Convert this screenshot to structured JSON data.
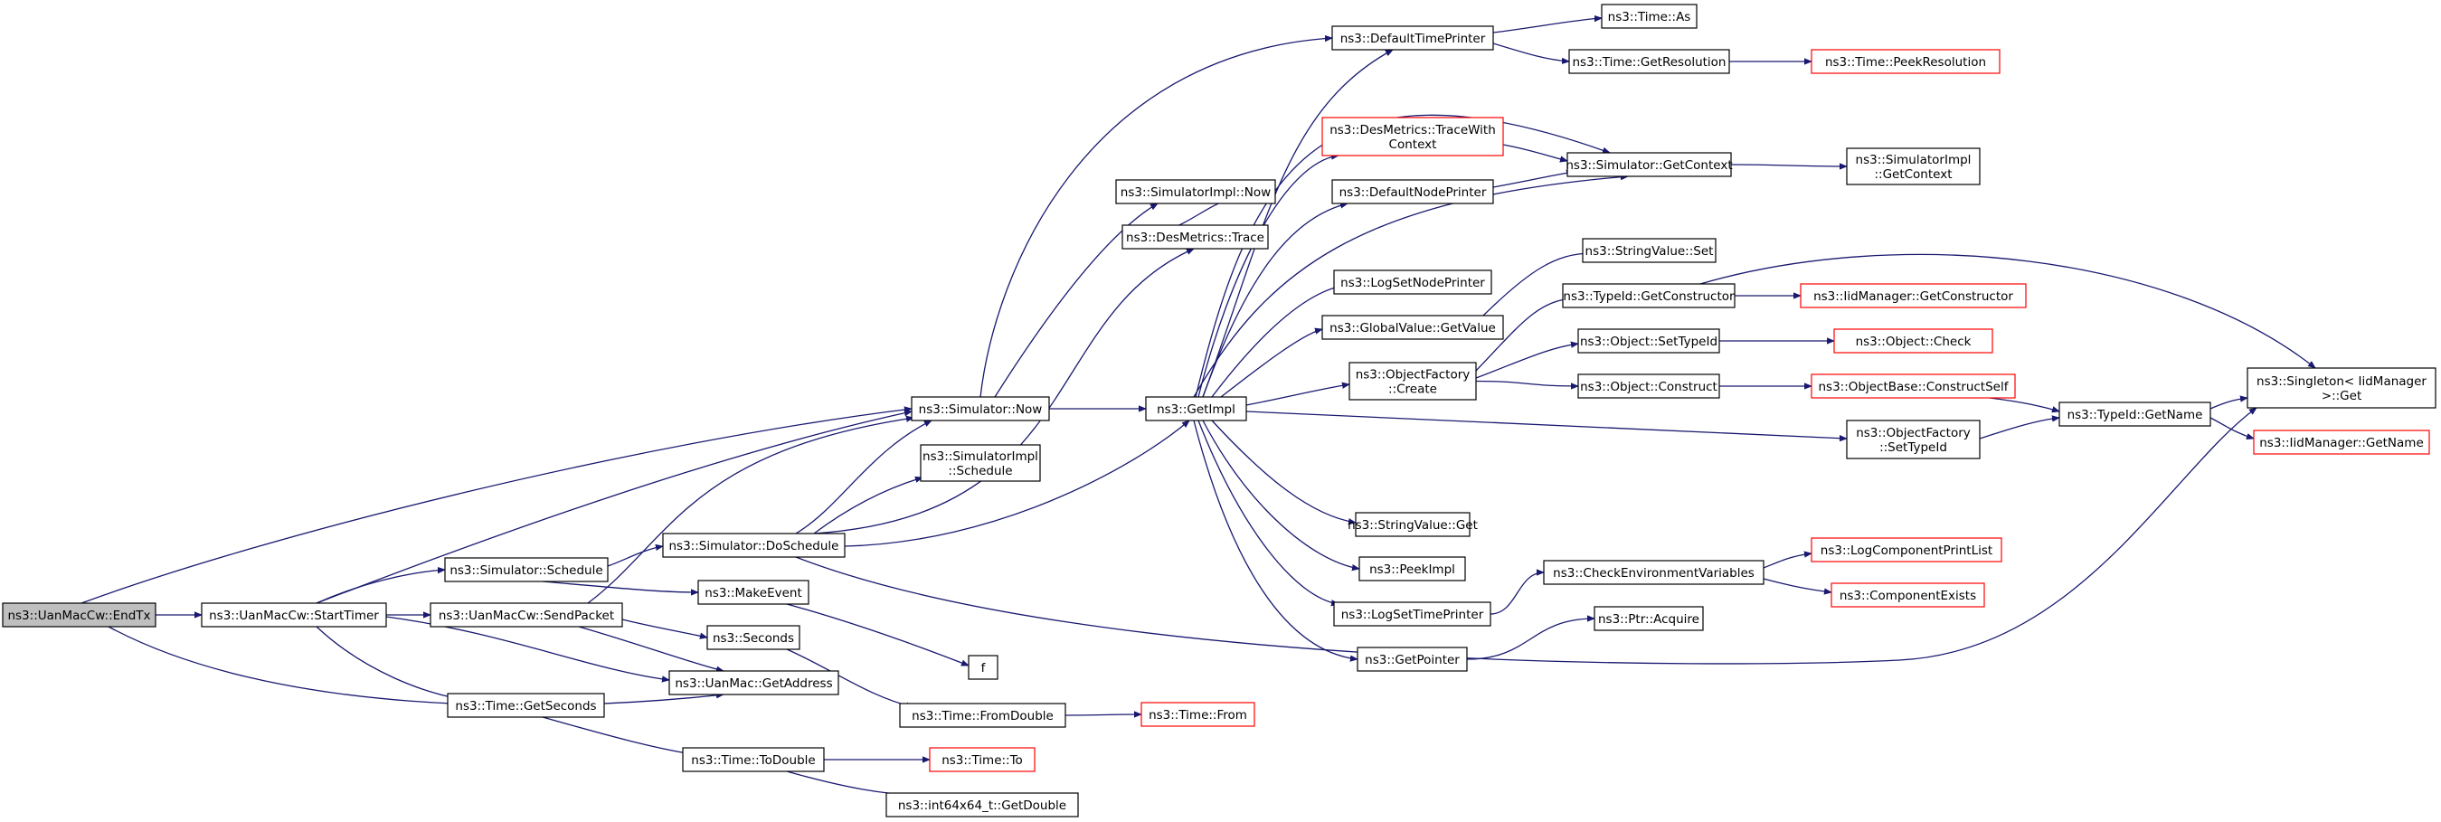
{
  "colors": {
    "edge": "#191970",
    "node_border": "#000000",
    "incomplete_border": "#ff0000",
    "root_fill": "#bfbfbf"
  },
  "nodes": [
    {
      "id": "endtx",
      "lines": [
        "ns3::UanMacCw::EndTx"
      ],
      "style": "root"
    },
    {
      "id": "starttimer",
      "lines": [
        "ns3::UanMacCw::StartTimer"
      ],
      "style": "normal"
    },
    {
      "id": "sim_now",
      "lines": [
        "ns3::Simulator::Now"
      ],
      "style": "normal"
    },
    {
      "id": "uanmac_getaddr",
      "lines": [
        "ns3::UanMac::GetAddress"
      ],
      "style": "normal"
    },
    {
      "id": "sim_schedule",
      "lines": [
        "ns3::Simulator::Schedule"
      ],
      "style": "normal"
    },
    {
      "id": "sendpacket",
      "lines": [
        "ns3::UanMacCw::SendPacket"
      ],
      "style": "normal"
    },
    {
      "id": "time_getseconds",
      "lines": [
        "ns3::Time::GetSeconds"
      ],
      "style": "normal"
    },
    {
      "id": "sim_doschedule",
      "lines": [
        "ns3::Simulator::DoSchedule"
      ],
      "style": "normal"
    },
    {
      "id": "makeevent",
      "lines": [
        "ns3::MakeEvent"
      ],
      "style": "normal"
    },
    {
      "id": "seconds",
      "lines": [
        "ns3::Seconds"
      ],
      "style": "normal"
    },
    {
      "id": "time_todouble",
      "lines": [
        "ns3::Time::ToDouble"
      ],
      "style": "normal"
    },
    {
      "id": "simimpl_now",
      "lines": [
        "ns3::SimulatorImpl::Now"
      ],
      "style": "normal"
    },
    {
      "id": "desmetrics_trace",
      "lines": [
        "ns3::DesMetrics::Trace"
      ],
      "style": "normal"
    },
    {
      "id": "simimpl_schedule",
      "lines": [
        "ns3::SimulatorImpl",
        "::Schedule"
      ],
      "style": "normal"
    },
    {
      "id": "getimpl",
      "lines": [
        "ns3::GetImpl"
      ],
      "style": "normal"
    },
    {
      "id": "f",
      "lines": [
        "f"
      ],
      "style": "normal"
    },
    {
      "id": "time_fromdouble",
      "lines": [
        "ns3::Time::FromDouble"
      ],
      "style": "normal"
    },
    {
      "id": "time_to",
      "lines": [
        "ns3::Time::To"
      ],
      "style": "red"
    },
    {
      "id": "int64_getdouble",
      "lines": [
        "ns3::int64x64_t::GetDouble"
      ],
      "style": "normal"
    },
    {
      "id": "defaulttimeprinter",
      "lines": [
        "ns3::DefaultTimePrinter"
      ],
      "style": "normal"
    },
    {
      "id": "desmetrics_tracewithcontext",
      "lines": [
        "ns3::DesMetrics::TraceWith",
        "Context"
      ],
      "style": "red"
    },
    {
      "id": "defaultnodeprinter",
      "lines": [
        "ns3::DefaultNodePrinter"
      ],
      "style": "normal"
    },
    {
      "id": "logsetnodeprinter",
      "lines": [
        "ns3::LogSetNodePrinter"
      ],
      "style": "normal"
    },
    {
      "id": "globalvalue_getvalue",
      "lines": [
        "ns3::GlobalValue::GetValue"
      ],
      "style": "normal"
    },
    {
      "id": "objectfactory_create",
      "lines": [
        "ns3::ObjectFactory",
        "::Create"
      ],
      "style": "normal"
    },
    {
      "id": "stringvalue_get",
      "lines": [
        "ns3::StringValue::Get"
      ],
      "style": "normal"
    },
    {
      "id": "peekimpl",
      "lines": [
        "ns3::PeekImpl"
      ],
      "style": "normal"
    },
    {
      "id": "logsettimeprinter",
      "lines": [
        "ns3::LogSetTimePrinter"
      ],
      "style": "normal"
    },
    {
      "id": "getpointer",
      "lines": [
        "ns3::GetPointer"
      ],
      "style": "normal"
    },
    {
      "id": "time_from",
      "lines": [
        "ns3::Time::From"
      ],
      "style": "red"
    },
    {
      "id": "time_as",
      "lines": [
        "ns3::Time::As"
      ],
      "style": "normal"
    },
    {
      "id": "time_getresolution",
      "lines": [
        "ns3::Time::GetResolution"
      ],
      "style": "normal"
    },
    {
      "id": "sim_getcontext",
      "lines": [
        "ns3::Simulator::GetContext"
      ],
      "style": "normal"
    },
    {
      "id": "stringvalue_set",
      "lines": [
        "ns3::StringValue::Set"
      ],
      "style": "normal"
    },
    {
      "id": "typeid_getconstructor",
      "lines": [
        "ns3::TypeId::GetConstructor"
      ],
      "style": "normal"
    },
    {
      "id": "object_settypeid",
      "lines": [
        "ns3::Object::SetTypeId"
      ],
      "style": "normal"
    },
    {
      "id": "object_construct",
      "lines": [
        "ns3::Object::Construct"
      ],
      "style": "normal"
    },
    {
      "id": "objectfactory_settypeid",
      "lines": [
        "ns3::ObjectFactory",
        "::SetTypeId"
      ],
      "style": "normal"
    },
    {
      "id": "checkenvvars",
      "lines": [
        "ns3::CheckEnvironmentVariables"
      ],
      "style": "normal"
    },
    {
      "id": "ptr_acquire",
      "lines": [
        "ns3::Ptr::Acquire"
      ],
      "style": "normal"
    },
    {
      "id": "time_peekresolution",
      "lines": [
        "ns3::Time::PeekResolution"
      ],
      "style": "red"
    },
    {
      "id": "simimpl_getcontext",
      "lines": [
        "ns3::SimulatorImpl",
        "::GetContext"
      ],
      "style": "normal"
    },
    {
      "id": "iidmanager_getconstructor",
      "lines": [
        "ns3::IidManager::GetConstructor"
      ],
      "style": "red"
    },
    {
      "id": "object_check",
      "lines": [
        "ns3::Object::Check"
      ],
      "style": "red"
    },
    {
      "id": "objectbase_constructself",
      "lines": [
        "ns3::ObjectBase::ConstructSelf"
      ],
      "style": "red"
    },
    {
      "id": "typeid_getname",
      "lines": [
        "ns3::TypeId::GetName"
      ],
      "style": "normal"
    },
    {
      "id": "logcomponentprintlist",
      "lines": [
        "ns3::LogComponentPrintList"
      ],
      "style": "red"
    },
    {
      "id": "componentexists",
      "lines": [
        "ns3::ComponentExists"
      ],
      "style": "red"
    },
    {
      "id": "singleton_get",
      "lines": [
        "ns3::Singleton< IidManager",
        ">::Get"
      ],
      "style": "normal"
    },
    {
      "id": "iidmanager_getname",
      "lines": [
        "ns3::IidManager::GetName"
      ],
      "style": "red"
    }
  ]
}
